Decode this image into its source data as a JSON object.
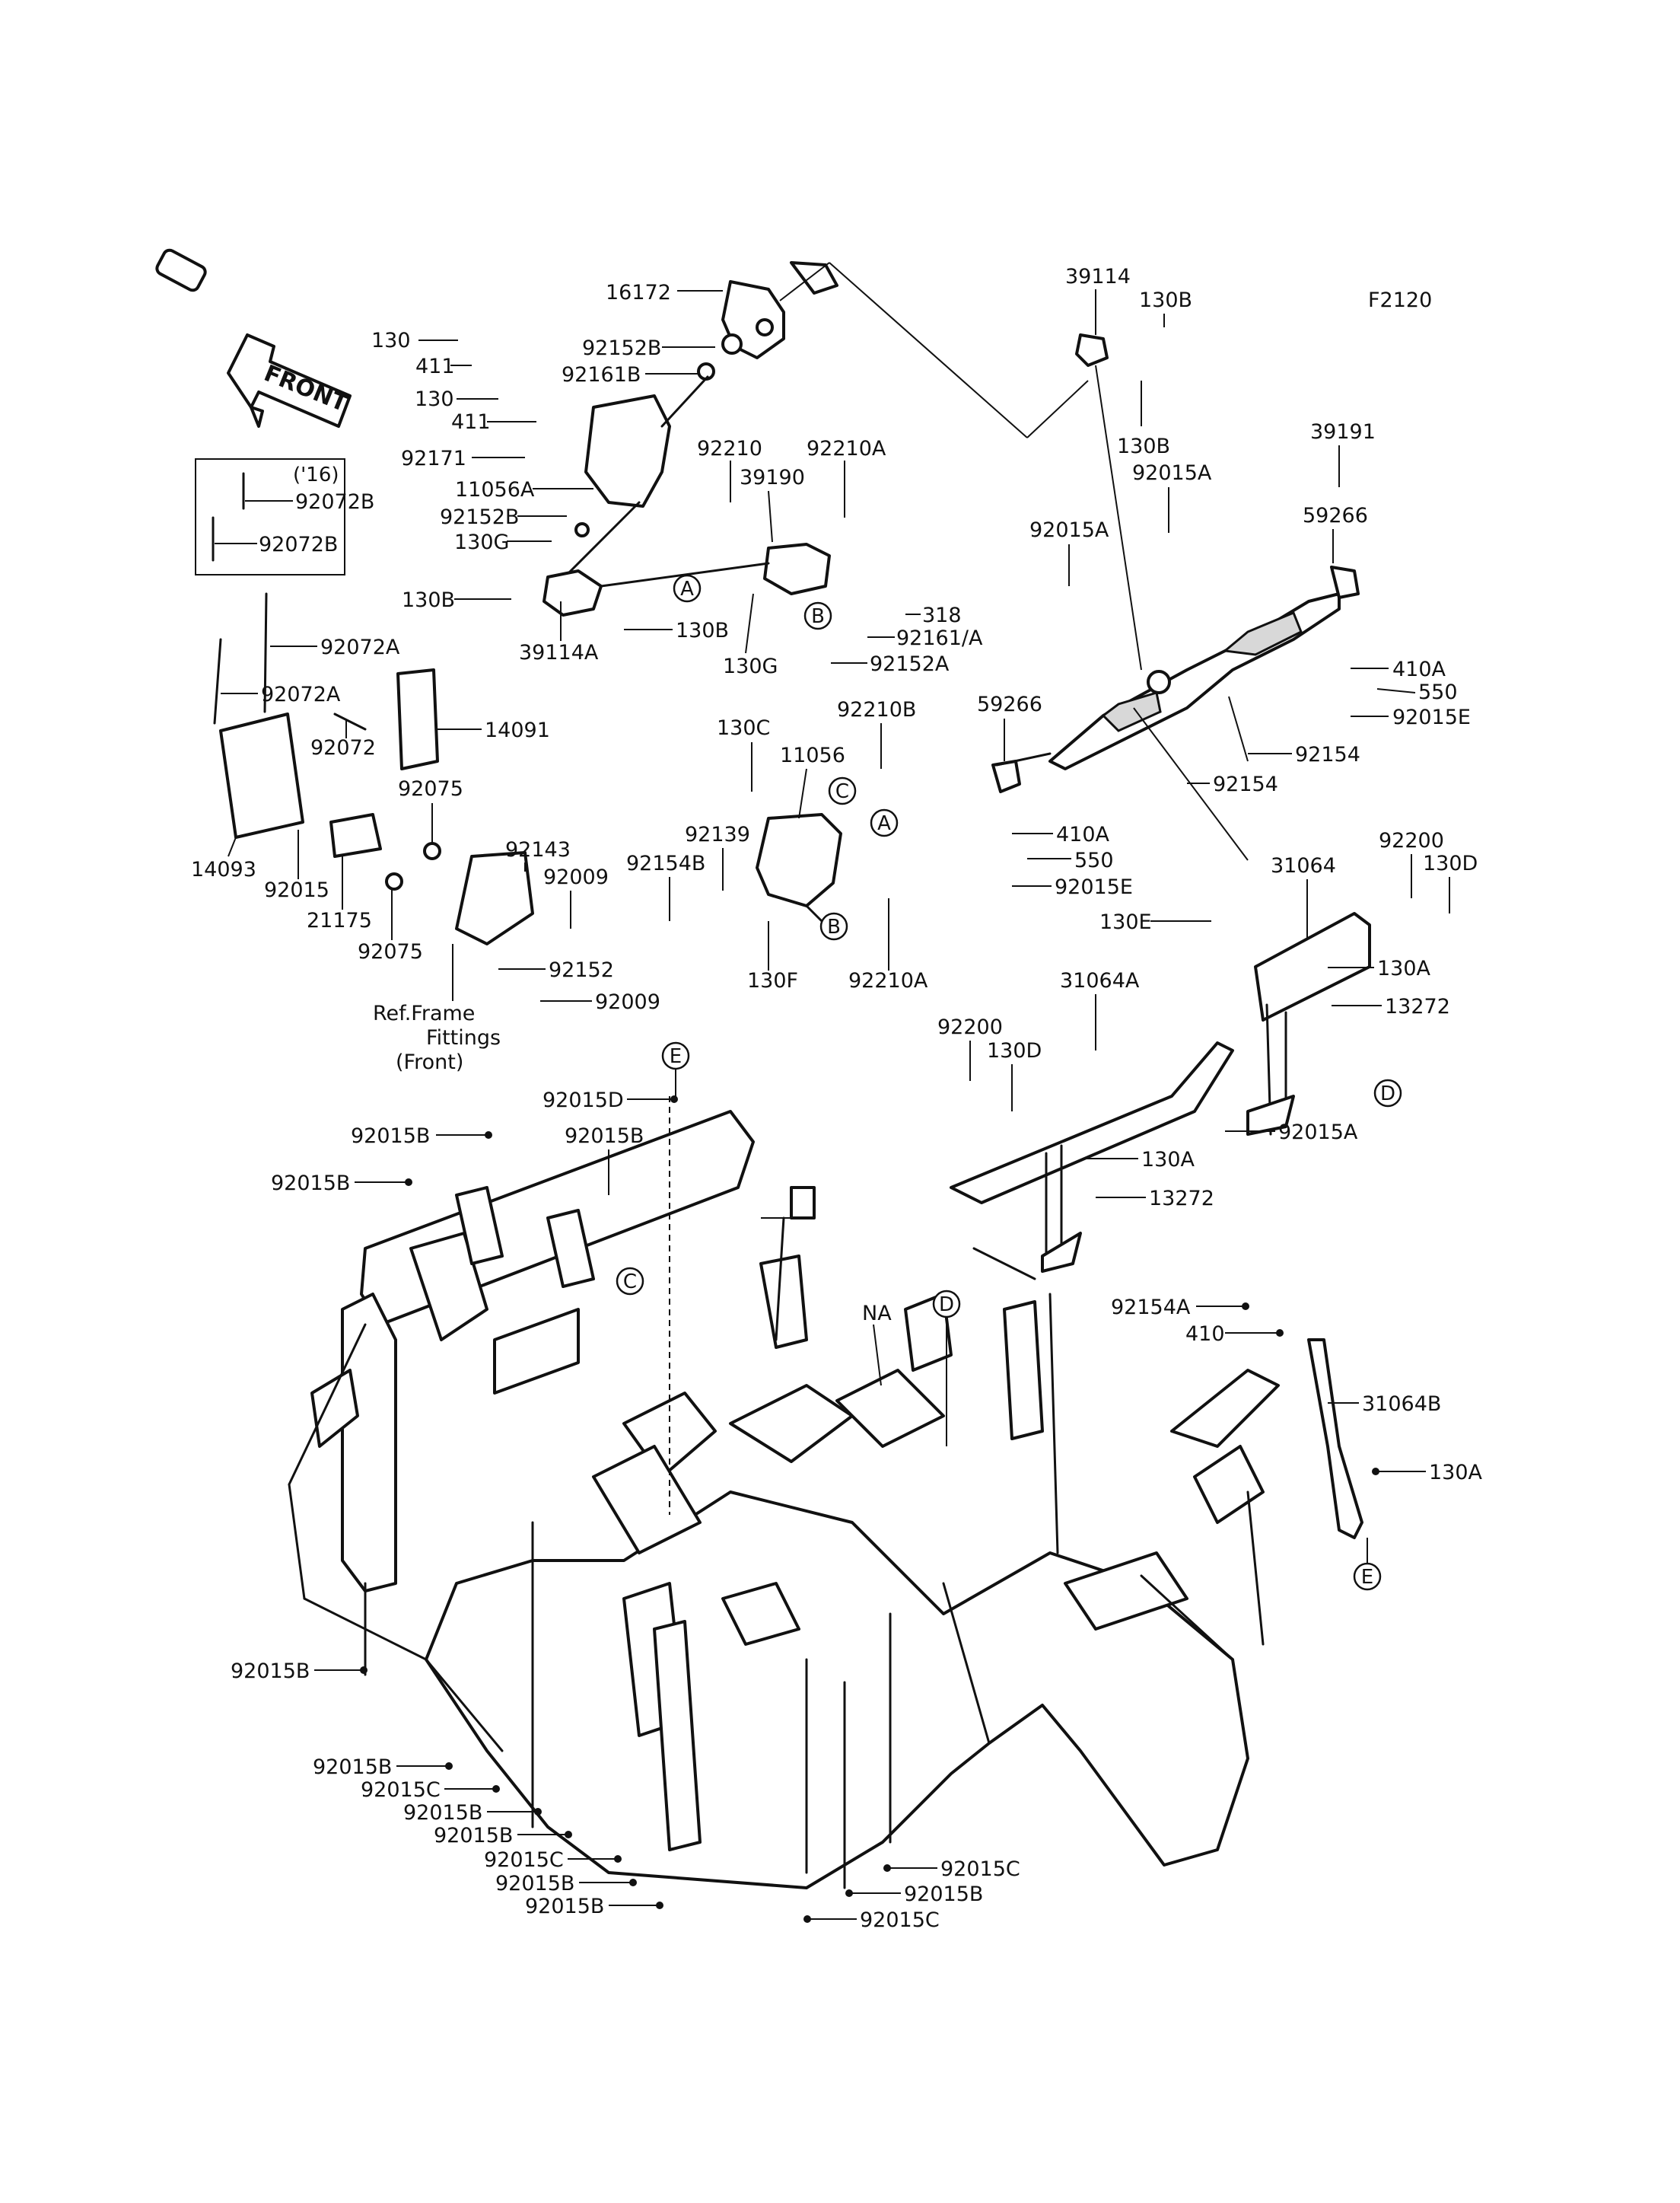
{
  "diagram_id": "F2120",
  "front_arrow": {
    "text": "FRONT"
  },
  "ref_frame_note": [
    "Ref.Frame",
    "Fittings",
    "(Front)"
  ],
  "inset_box": {
    "year_note": "('16)",
    "parts": [
      "92072B",
      "92072B"
    ]
  },
  "reference_markers": [
    "A",
    "B",
    "C",
    "D",
    "E"
  ],
  "na_label": "NA",
  "part_labels": {
    "p16172": "16172",
    "p130a1": "130",
    "p411a1": "411",
    "p92152b1": "92152B",
    "p92161b": "92161B",
    "p130a2": "130",
    "p411a2": "411",
    "p92171": "92171",
    "p11056a": "11056A",
    "p92152b2": "92152B",
    "p130g1": "130G",
    "p130b1": "130B",
    "p39114a": "39114A",
    "p130b2": "130B",
    "p92210": "92210",
    "p92210a1": "92210A",
    "p39190": "39190",
    "p318": "318",
    "p92161a": "92161/A",
    "p92152a": "92152A",
    "p130g2": "130G",
    "p39114": "39114",
    "p130b3": "130B",
    "p130b4": "130B",
    "p39191": "39191",
    "p92015a1": "92015A",
    "p92015a2": "92015A",
    "p59266a": "59266",
    "p410a1": "410A",
    "p550a": "550",
    "p92015e1": "92015E",
    "p92154a": "92154",
    "p92154b": "92154",
    "p59266b": "59266",
    "p410a2": "410A",
    "p550b": "550",
    "p92015e2": "92015E",
    "p92072a1": "92072A",
    "p92072a2": "92072A",
    "p14091": "14091",
    "p92072": "92072",
    "p14093": "14093",
    "p92015": "92015",
    "p21175": "21175",
    "p92075a": "92075",
    "p92075b": "92075",
    "p92143": "92143",
    "p92009a": "92009",
    "p92152": "92152",
    "p92009b": "92009",
    "p130c": "130C",
    "p11056": "11056",
    "p92210b": "92210B",
    "p92139": "92139",
    "p92154b2": "92154B",
    "p130f": "130F",
    "p92210a2": "92210A",
    "p92200a": "92200",
    "p130d1": "130D",
    "p31064": "31064",
    "p130e": "130E",
    "p130a3": "130A",
    "p13272a": "13272",
    "p31064a": "31064A",
    "p92200b": "92200",
    "p130d2": "130D",
    "p92015a3": "92015A",
    "p130a4": "130A",
    "p13272b": "13272",
    "p92015d": "92015D",
    "p92015b1": "92015B",
    "p92015b2": "92015B",
    "p92015b3": "92015B",
    "p92154a2": "92154A",
    "p410": "410",
    "p31064b": "31064B",
    "p130a5": "130A",
    "p92015b4": "92015B",
    "p92015b5": "92015B",
    "p92015c1": "92015C",
    "p92015b6": "92015B",
    "p92015b7": "92015B",
    "p92015c2": "92015C",
    "p92015b8": "92015B",
    "p92015b9": "92015B",
    "p92015c3": "92015C",
    "p92015b10": "92015B",
    "p92015c4": "92015C"
  }
}
